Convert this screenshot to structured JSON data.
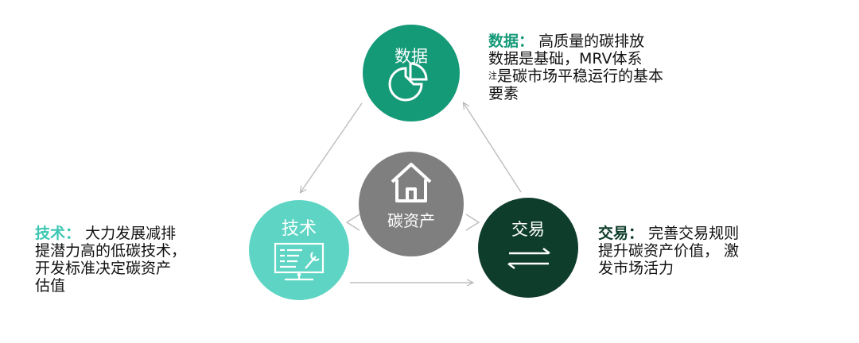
{
  "nodes": {
    "data": {
      "label": "数据"
    },
    "center": {
      "label": "碳资产"
    },
    "tech": {
      "label": "技术"
    },
    "trade": {
      "label": "交易"
    }
  },
  "descriptions": {
    "data": {
      "head": "数据：",
      "line1": "高质量的碳排放",
      "line2": "数据是基础，MRV体系",
      "note_mark": "注",
      "line3": "是碳市场平稳运行的基本",
      "line4": "要素"
    },
    "tech": {
      "head": "技术：",
      "line1": "大力发展减排",
      "line2": "提潜力高的低碳技术，",
      "line3": "开发标准决定碳资产",
      "line4": "估值"
    },
    "trade": {
      "head": "交易：",
      "line1": "完善交易规则",
      "line2": "提升碳资产价值， 激",
      "line3": "发市场活力"
    }
  },
  "colors": {
    "data": "#159a78",
    "center": "#7f7f7f",
    "tech": "#5ed5c4",
    "trade": "#0f3d2b",
    "data_head": "#159a78",
    "tech_head": "#3dc7b3",
    "trade_head": "#0f3d2b",
    "arrow": "#bdbdbd"
  },
  "icons": {
    "data": "pie-chart-icon",
    "center": "house-icon",
    "tech": "monitor-settings-icon",
    "trade": "exchange-arrows-icon"
  }
}
